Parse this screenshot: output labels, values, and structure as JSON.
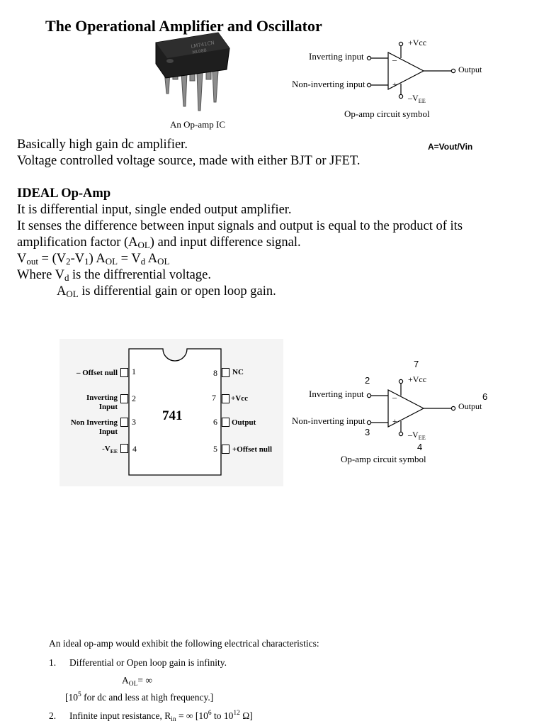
{
  "title": "The Operational Amplifier and Oscillator",
  "ic_caption": "An Op-amp IC",
  "symbol1": {
    "inverting_label": "Inverting input",
    "noninverting_label": "Non-inverting input",
    "vcc_label": "+Vcc",
    "vee_label": "–V",
    "vee_sub": "EE",
    "output_label": "Output",
    "minus_sign": "–",
    "plus_sign": "+",
    "caption": "Op-amp circuit symbol"
  },
  "formula_note": "A=Vout/Vin",
  "intro": {
    "line1": "Basically high gain dc amplifier.",
    "line2": "Voltage controlled voltage source, made with either BJT or JFET."
  },
  "ideal": {
    "heading": "IDEAL Op-Amp",
    "line1": "It is differential input, single ended output amplifier.",
    "line2": "It senses the difference between input signals and output is equal to the product of its",
    "line3_a": "amplification factor (A",
    "line3_sub": "OL",
    "line3_b": ") and input difference signal.",
    "eq": {
      "v": "V",
      "out": "out",
      "mid1": " = (V",
      "two": "2",
      "mid2": "-V",
      "one": "1",
      "mid3": ") A",
      "ol1": "OL",
      "mid4": " = V",
      "d": "d",
      "mid5": " A",
      "ol2": "OL"
    },
    "where_a": "Where V",
    "where_sub": "d",
    "where_b": " is the diffrerential voltage.",
    "aol_a": "A",
    "aol_sub": "OL",
    "aol_b": " is differential gain or open loop gain."
  },
  "chip741": {
    "name": "741",
    "left_pins": [
      {
        "label": "– Offset null",
        "num": "1"
      },
      {
        "label": "Inverting\nInput",
        "num": "2"
      },
      {
        "label": "Non Inverting\nInput",
        "num": "3"
      },
      {
        "label": "-V",
        "label_sub": "EE",
        "num": "4"
      }
    ],
    "right_pins": [
      {
        "label": "NC",
        "num": "8"
      },
      {
        "label": "+Vcc",
        "num": "7"
      },
      {
        "label": "Output",
        "num": "6"
      },
      {
        "label": "+Offset null",
        "num": "5"
      }
    ]
  },
  "symbol2": {
    "inverting_label": "Inverting input",
    "noninverting_label": "Non-inverting input",
    "vcc_label": "+Vcc",
    "vee_label": "–V",
    "vee_sub": "EE",
    "output_label": "Output",
    "caption": "Op-amp circuit symbol",
    "pin_vcc": "7",
    "pin_inv": "2",
    "pin_noninv": "3",
    "pin_vee": "4",
    "pin_out": "6"
  },
  "characteristics": {
    "intro": "An ideal op-amp would exhibit the following electrical characteristics:",
    "item1_num": "1.",
    "item1_text": "Differential or Open loop gain is infinity.",
    "aol_a": "A",
    "aol_sub": "OL",
    "aol_b": "= ∞",
    "note_a": "[10",
    "note_sup": "5",
    "note_b": " for dc and less at high frequency.]",
    "item2_num": "2.",
    "item2_a": "Infinite input resistance, R",
    "item2_sub": "in",
    "item2_b": " = ∞ [10",
    "item2_sup1": "6",
    "item2_c": " to 10",
    "item2_sup2": "12",
    "item2_d": " Ω]"
  }
}
